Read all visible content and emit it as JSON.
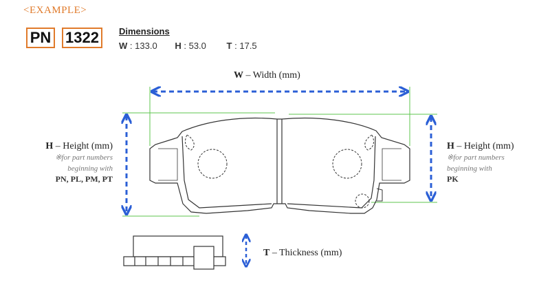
{
  "example_label": "<EXAMPLE>",
  "part": {
    "prefix": "PN",
    "number": "1322"
  },
  "dimensions": {
    "title": "Dimensions",
    "items": [
      {
        "key": "W",
        "sep": ":",
        "value": "133.0"
      },
      {
        "key": "H",
        "sep": ":",
        "value": "53.0"
      },
      {
        "key": "T",
        "sep": ":",
        "value": "17.5"
      }
    ]
  },
  "width_label": {
    "key": "W",
    "text": " – Width (mm)"
  },
  "height_left": {
    "key": "H",
    "text": " – Height (mm)",
    "note_lines": [
      "※for part numbers",
      "beginning with"
    ],
    "codes": "PN, PL, PM, PT"
  },
  "height_right": {
    "key": "H",
    "text": " – Height (mm)",
    "note_lines": [
      "※for part numbers",
      "beginning with"
    ],
    "codes": "PK"
  },
  "thickness_label": {
    "key": "T",
    "text": " – Thickness (mm)"
  },
  "colors": {
    "accent": "#e07a2a",
    "arrow": "#2b5fd6",
    "guide": "#5cc44c",
    "outline": "#333333"
  }
}
